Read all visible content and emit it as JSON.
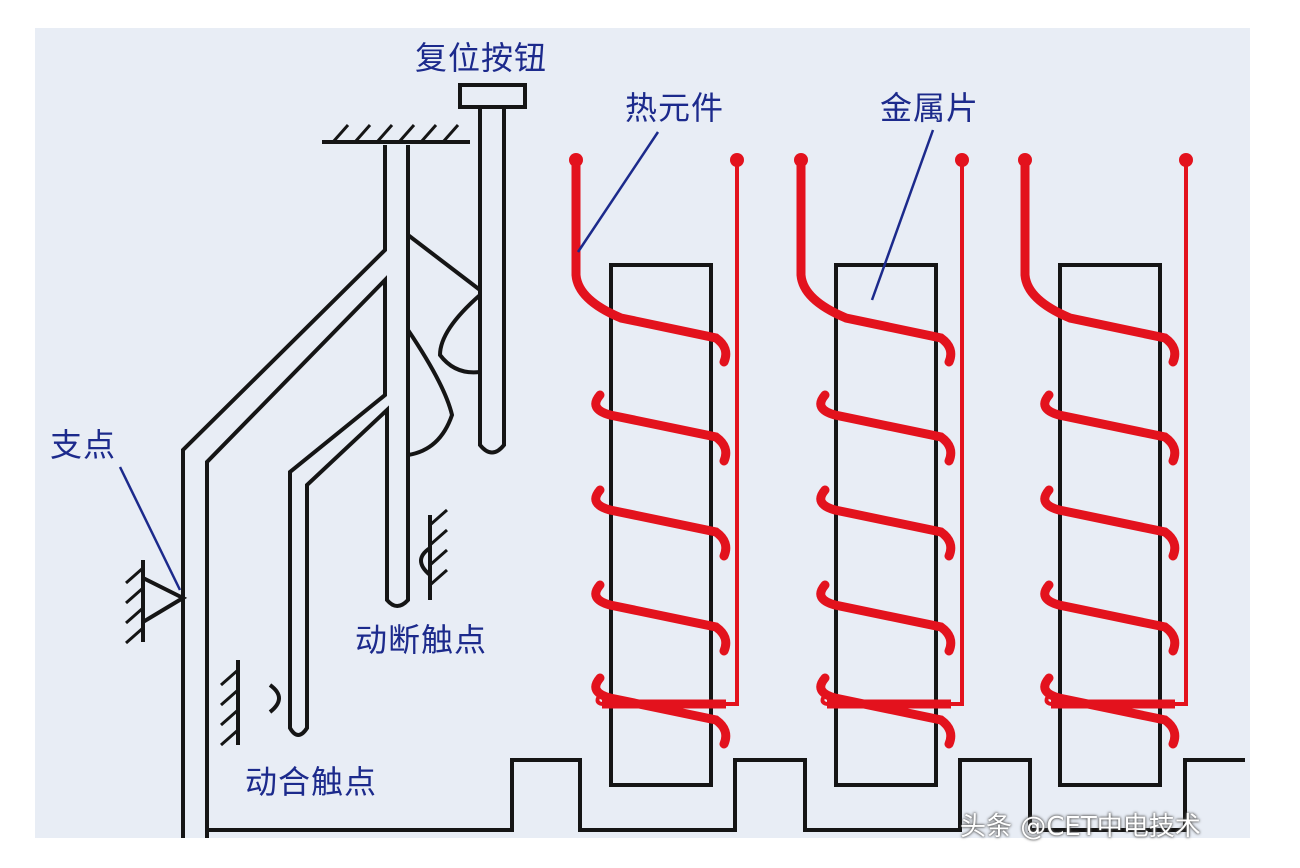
{
  "labels": {
    "reset_button": "复位按钮",
    "heating_element": "热元件",
    "metal_strip": "金属片",
    "pivot": "支点",
    "break_contact": "动断触点",
    "make_contact": "动合触点"
  },
  "watermark": "头条 @CET中电技术",
  "colors": {
    "background": "#e8edf5",
    "line": "#151515",
    "coil": "#e3121d",
    "label": "#1c2a8c"
  }
}
